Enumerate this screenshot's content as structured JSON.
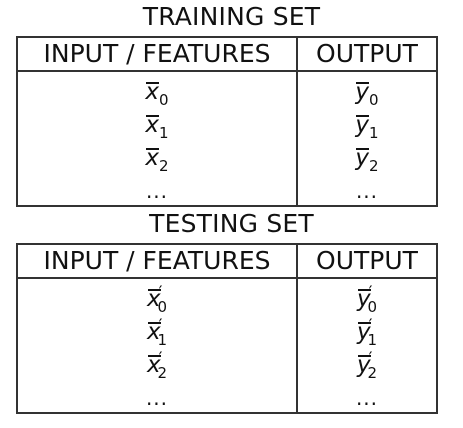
{
  "training": {
    "title": "TRAINING SET",
    "headers": {
      "input": "INPUT / FEATURES",
      "output": "OUTPUT"
    },
    "rows": [
      {
        "x": "x",
        "x_sub": "0",
        "y": "y",
        "y_sub": "0"
      },
      {
        "x": "x",
        "x_sub": "1",
        "y": "y",
        "y_sub": "1"
      },
      {
        "x": "x",
        "x_sub": "2",
        "y": "y",
        "y_sub": "2"
      }
    ],
    "ellipsis": "..."
  },
  "testing": {
    "title": "TESTING SET",
    "headers": {
      "input": "INPUT / FEATURES",
      "output": "OUTPUT"
    },
    "prime": "′",
    "rows": [
      {
        "x": "x",
        "x_sub": "0",
        "y": "y",
        "y_sub": "0"
      },
      {
        "x": "x",
        "x_sub": "1",
        "y": "y",
        "y_sub": "1"
      },
      {
        "x": "x",
        "x_sub": "2",
        "y": "y",
        "y_sub": "2"
      }
    ],
    "ellipsis": "..."
  }
}
